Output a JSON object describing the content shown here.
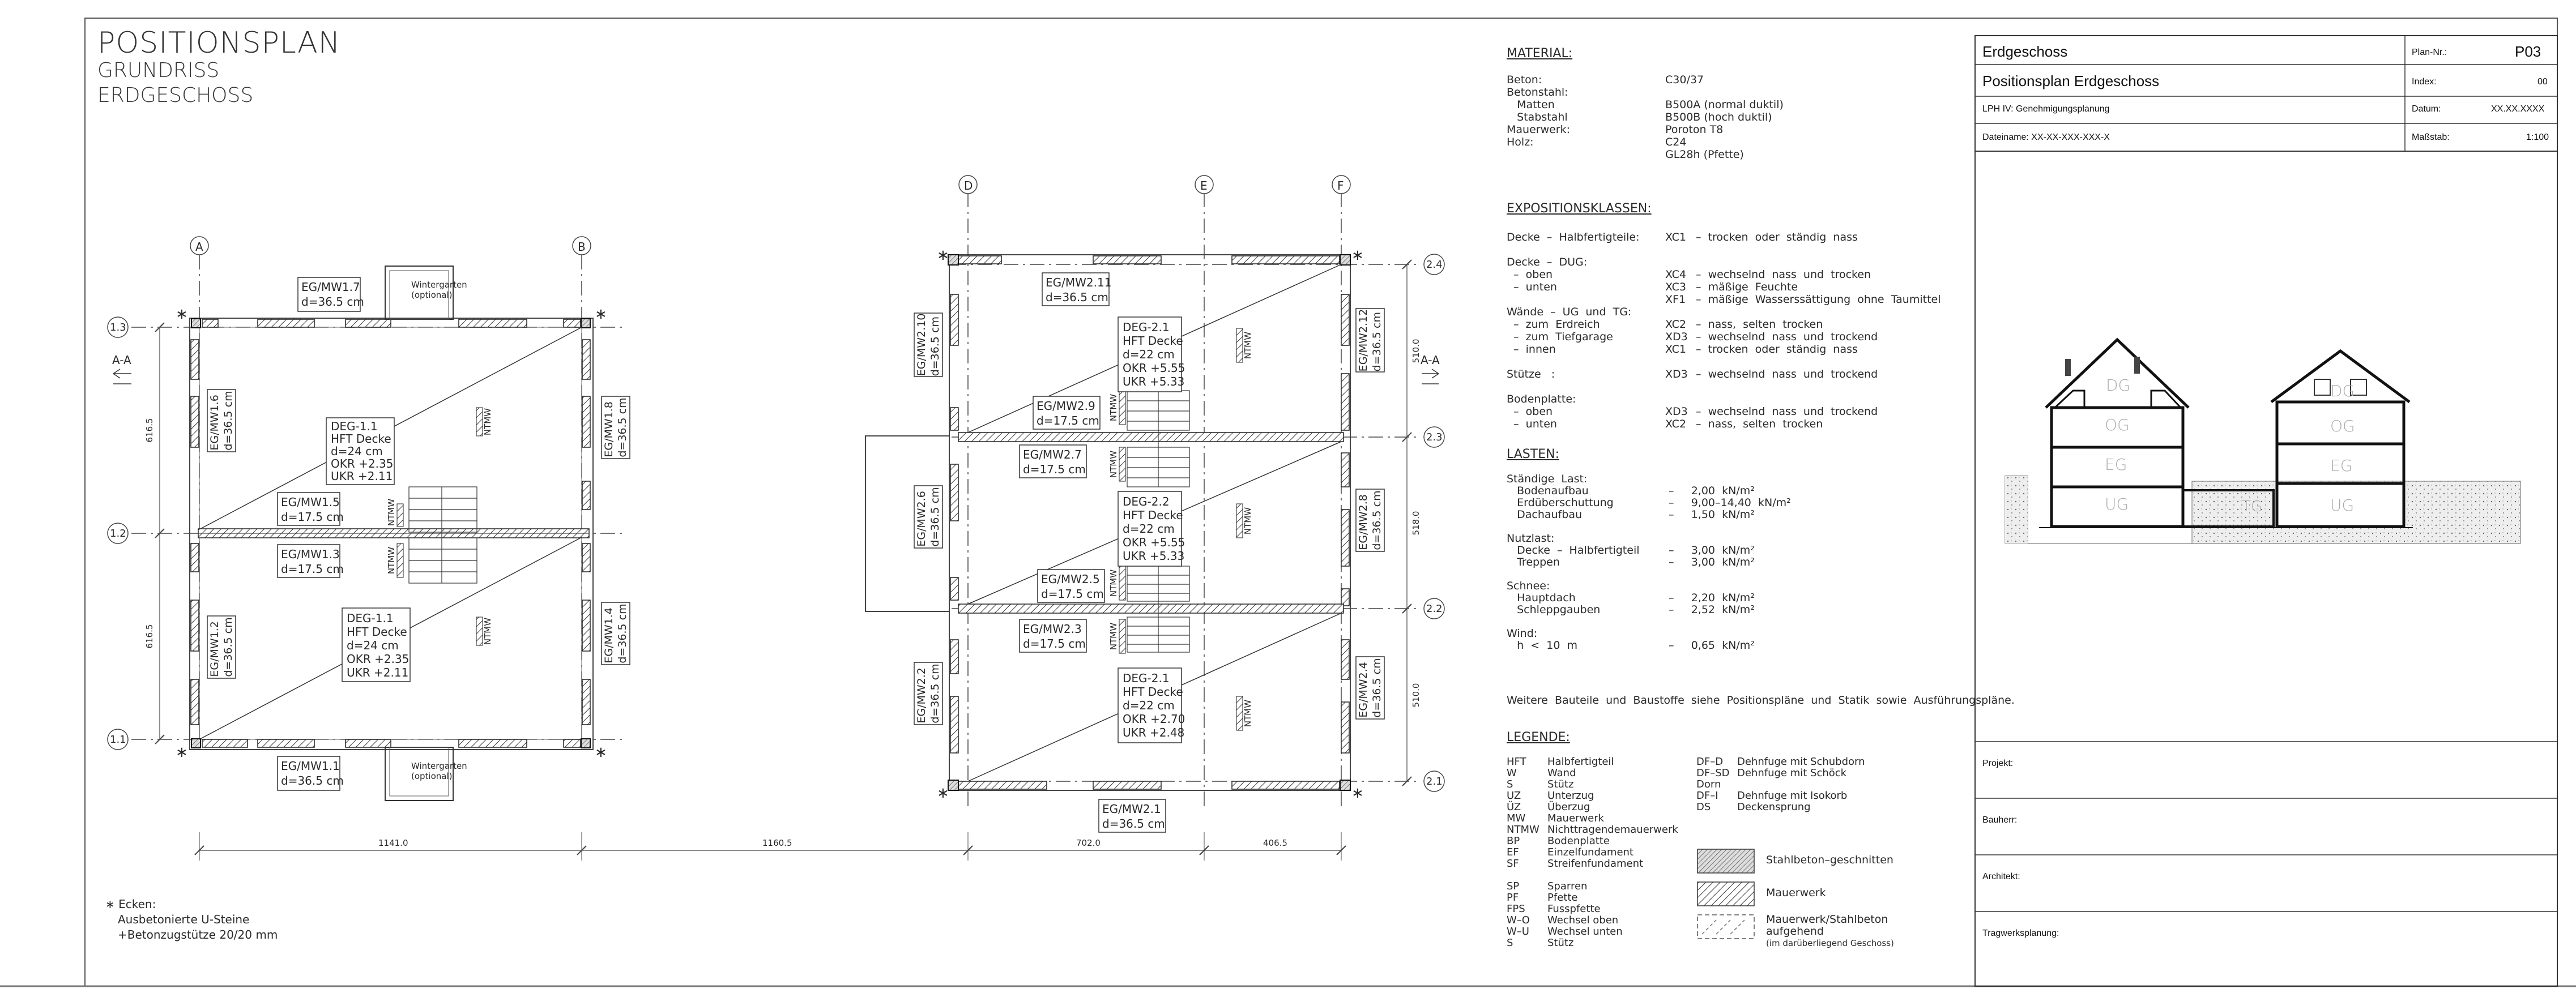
{
  "title": {
    "line1": "POSITIONSPLAN",
    "line2": "GRUNDRISS",
    "line3": "ERDGESCHOSS"
  },
  "plan": {
    "axis_left_letters": [
      "A",
      "B"
    ],
    "axis_right_letters": [
      "D",
      "E",
      "F"
    ],
    "axis_left_rows": [
      "1.3",
      "1.2",
      "1.1"
    ],
    "axis_right_rows": [
      "2.4",
      "2.3",
      "2.2",
      "2.1"
    ],
    "walls": [
      {
        "id": "mw17",
        "l1": "EG/MW1.7",
        "l2": "d=36.5 cm"
      },
      {
        "id": "mw11",
        "l1": "EG/MW1.1",
        "l2": "d=36.5 cm"
      },
      {
        "id": "mw15",
        "l1": "EG/MW1.5",
        "l2": "d=17.5 cm"
      },
      {
        "id": "mw13",
        "l1": "EG/MW1.3",
        "l2": "d=17.5 cm"
      },
      {
        "id": "mw211",
        "l1": "EG/MW2.11",
        "l2": "d=36.5 cm"
      },
      {
        "id": "mw29",
        "l1": "EG/MW2.9",
        "l2": "d=17.5 cm"
      },
      {
        "id": "mw27",
        "l1": "EG/MW2.7",
        "l2": "d=17.5 cm"
      },
      {
        "id": "mw25",
        "l1": "EG/MW2.5",
        "l2": "d=17.5 cm"
      },
      {
        "id": "mw23",
        "l1": "EG/MW2.3",
        "l2": "d=17.5 cm"
      },
      {
        "id": "mw21",
        "l1": "EG/MW2.1",
        "l2": "d=36.5 cm"
      }
    ],
    "vwalls": [
      {
        "id": "mw16",
        "l1": "EG/MW1.6",
        "l2": "d=36.5 cm"
      },
      {
        "id": "mw12",
        "l1": "EG/MW1.2",
        "l2": "d=36.5 cm"
      },
      {
        "id": "mw18",
        "l1": "EG/MW1.8",
        "l2": "d=36.5 cm"
      },
      {
        "id": "mw14",
        "l1": "EG/MW1.4",
        "l2": "d=36.5 cm"
      },
      {
        "id": "mw210",
        "l1": "EG/MW2.10",
        "l2": "d=36.5 cm"
      },
      {
        "id": "mw26",
        "l1": "EG/MW2.6",
        "l2": "d=36.5 cm"
      },
      {
        "id": "mw22",
        "l1": "EG/MW2.2",
        "l2": "d=36.5 cm"
      },
      {
        "id": "mw212",
        "l1": "EG/MW2.12",
        "l2": "d=36.5 cm"
      },
      {
        "id": "mw28",
        "l1": "EG/MW2.8",
        "l2": "d=36.5 cm"
      },
      {
        "id": "mw24",
        "l1": "EG/MW2.4",
        "l2": "d=36.5 cm"
      }
    ],
    "slabs": [
      {
        "id": "s1",
        "lines": [
          "DEG-1.1",
          "HFT Decke",
          "d=24  cm",
          "OKR  +2.35",
          "UKR  +2.11"
        ]
      },
      {
        "id": "s2",
        "lines": [
          "DEG-1.1",
          "HFT Decke",
          "d=24  cm",
          "OKR  +2.35",
          "UKR  +2.11"
        ]
      },
      {
        "id": "s3",
        "lines": [
          "DEG-2.1",
          "HFT Decke",
          "d=22  cm",
          "OKR  +5.55",
          "UKR  +5.33"
        ]
      },
      {
        "id": "s4",
        "lines": [
          "DEG-2.2",
          "HFT Decke",
          "d=22  cm",
          "OKR  +5.55",
          "UKR  +5.33"
        ]
      },
      {
        "id": "s5",
        "lines": [
          "DEG-2.1",
          "HFT Decke",
          "d=22  cm",
          "OKR  +2.70",
          "UKR  +2.48"
        ]
      }
    ],
    "wintergarten": {
      "l1": "Wintergarten",
      "l2": "(optional)"
    },
    "ntmw": "NTMW",
    "section_mark": "A-A",
    "dims_bottom": [
      "1141.0",
      "1160.5",
      "702.0",
      "406.5"
    ],
    "dims_left": [
      "616.5",
      "616.5"
    ],
    "dims_right": [
      "510.0",
      "518.0",
      "510.0"
    ],
    "footnote": {
      "l1": "∗ Ecken:",
      "l2": "Ausbetonierte U-Steine",
      "l3": "+Betonzugstütze 20/20 mm"
    }
  },
  "material": {
    "heading": "MATERIAL:",
    "rows": [
      {
        "label": "Beton:",
        "value": "C30/37"
      },
      {
        "label": "Betonstahl:",
        "value": ""
      },
      {
        "label": "   Matten",
        "value": "B500A  (normal  duktil)"
      },
      {
        "label": "   Stabstahl",
        "value": "B500B  (hoch  duktil)"
      },
      {
        "label": "Mauerwerk:",
        "value": "Poroton  T8"
      },
      {
        "label": "Holz:",
        "value": "C24"
      },
      {
        "label": "",
        "value": "GL28h  (Pfette)"
      }
    ]
  },
  "exposition": {
    "heading": "EXPOSITIONSKLASSEN:",
    "rows": [
      {
        "label": "Decke  –  Halbfertigteile:",
        "code": "XC1",
        "desc": "–  trocken  oder  ständig  nass"
      },
      {
        "label": "",
        "code": "",
        "desc": ""
      },
      {
        "label": "Decke  –  DUG:",
        "code": "",
        "desc": ""
      },
      {
        "label": "  –  oben",
        "code": "XC4",
        "desc": "–  wechselnd  nass  und  trocken"
      },
      {
        "label": "  –  unten",
        "code": "XC3",
        "desc": "–  mäßige  Feuchte"
      },
      {
        "label": "",
        "code": "XF1",
        "desc": "–  mäßige  Wasserssättigung  ohne  Taumittel"
      },
      {
        "label": "Wände  –  UG  und  TG:",
        "code": "",
        "desc": ""
      },
      {
        "label": "  –  zum  Erdreich",
        "code": "XC2",
        "desc": "–  nass,  selten  trocken"
      },
      {
        "label": "  –  zum  Tiefgarage",
        "code": "XD3",
        "desc": "–  wechselnd  nass  und  trockend"
      },
      {
        "label": "  –  innen",
        "code": "XC1",
        "desc": "–  trocken  oder  ständig  nass"
      },
      {
        "label": "",
        "code": "",
        "desc": ""
      },
      {
        "label": "Stütze   :",
        "code": "XD3",
        "desc": "–  wechselnd  nass  und  trockend"
      },
      {
        "label": "",
        "code": "",
        "desc": ""
      },
      {
        "label": "Bodenplatte:",
        "code": "",
        "desc": ""
      },
      {
        "label": "  –  oben",
        "code": "XD3",
        "desc": "–  wechselnd  nass  und  trockend"
      },
      {
        "label": "  –  unten",
        "code": "XC2",
        "desc": "–  nass,  selten  trocken"
      }
    ]
  },
  "lasten": {
    "heading": "LASTEN:",
    "rows": [
      {
        "label": "Ständige  Last:",
        "value": ""
      },
      {
        "label": "   Bodenaufbau",
        "value": "–     2,00  kN/m²"
      },
      {
        "label": "   Erdüberschuttung",
        "value": "–     9,00–14,40  kN/m²"
      },
      {
        "label": "   Dachaufbau",
        "value": "–     1,50  kN/m²"
      },
      {
        "label": "",
        "value": ""
      },
      {
        "label": "Nutzlast:",
        "value": ""
      },
      {
        "label": "   Decke  –  Halbfertigteil",
        "value": "–     3,00  kN/m²"
      },
      {
        "label": "   Treppen",
        "value": "–     3,00  kN/m²"
      },
      {
        "label": "",
        "value": ""
      },
      {
        "label": "Schnee:",
        "value": ""
      },
      {
        "label": "   Hauptdach",
        "value": "–     2,20  kN/m²"
      },
      {
        "label": "   Schleppgauben",
        "value": "–     2,52  kN/m²"
      },
      {
        "label": "",
        "value": ""
      },
      {
        "label": "Wind:",
        "value": ""
      },
      {
        "label": "   h  <  10  m",
        "value": "–     0,65  kN/m²"
      }
    ],
    "note": "Weitere  Bauteile  und  Baustoffe  siehe  Positionspläne  und  Statik  sowie  Ausführungspläne."
  },
  "legende": {
    "heading": "LEGENDE:",
    "col1": [
      {
        "abbr": "HFT",
        "desc": "Halbfertigteil"
      },
      {
        "abbr": "W",
        "desc": "Wand"
      },
      {
        "abbr": "S",
        "desc": "Stütz"
      },
      {
        "abbr": "UZ",
        "desc": "Unterzug"
      },
      {
        "abbr": "ÜZ",
        "desc": "Überzug"
      },
      {
        "abbr": "MW",
        "desc": "Mauerwerk"
      },
      {
        "abbr": "NTMW",
        "desc": "Nichttragendemauerwerk"
      },
      {
        "abbr": "BP",
        "desc": "Bodenplatte"
      },
      {
        "abbr": "EF",
        "desc": "Einzelfundament"
      },
      {
        "abbr": "SF",
        "desc": "Streifenfundament"
      },
      {
        "abbr": "",
        "desc": ""
      },
      {
        "abbr": "SP",
        "desc": "Sparren"
      },
      {
        "abbr": "PF",
        "desc": "Pfette"
      },
      {
        "abbr": "FPS",
        "desc": "Fusspfette"
      },
      {
        "abbr": "W–O",
        "desc": "Wechsel  oben"
      },
      {
        "abbr": "W–U",
        "desc": "Wechsel  unten"
      },
      {
        "abbr": "S",
        "desc": "Stütz"
      }
    ],
    "col2": [
      {
        "abbr": "DF–D",
        "desc": "Dehnfuge  mit  Schubdorn"
      },
      {
        "abbr": "DF–SD",
        "desc": "Dehnfuge  mit  Schöck"
      },
      {
        "abbr": "Dorn",
        "desc": ""
      },
      {
        "abbr": "DF–I",
        "desc": "Dehnfuge  mit  Isokorb"
      },
      {
        "abbr": "DS",
        "desc": "Deckensprung"
      }
    ],
    "symbols": [
      {
        "type": "dense",
        "l1": "Stahlbeton–geschnitten",
        "l2": "",
        "l3": ""
      },
      {
        "type": "hatch",
        "l1": "Mauerwerk",
        "l2": "",
        "l3": ""
      },
      {
        "type": "dashed",
        "l1": "Mauerwerk/Stahlbeton",
        "l2": "aufgehend",
        "l3": "(im  darüberliegend  Geschoss)"
      }
    ]
  },
  "section": {
    "left_labels": [
      "DG",
      "OG",
      "EG",
      "UG"
    ],
    "right_labels": [
      "DG",
      "OG",
      "EG",
      "UG"
    ],
    "tg": "TG"
  },
  "titleblock": {
    "row1_left": "Erdgeschoss",
    "row2_left": "Positionsplan Erdgeschoss",
    "row3_left": "LPH IV: Genehmigungsplanung",
    "row4_left": "Dateiname:  XX-XX-XXX-XXX-X",
    "row1_label": "Plan-Nr.:",
    "row1_value": "P03",
    "row2_label": "Index:",
    "row2_value": "00",
    "row3_label": "Datum:",
    "row3_value": "XX.XX.XXXX",
    "row4_label": "Maßstab:",
    "row4_value": "1:100",
    "projekt": "Projekt:",
    "bauherr": "Bauherr:",
    "architekt": "Architekt:",
    "tragwerk": "Tragwerksplanung:"
  }
}
